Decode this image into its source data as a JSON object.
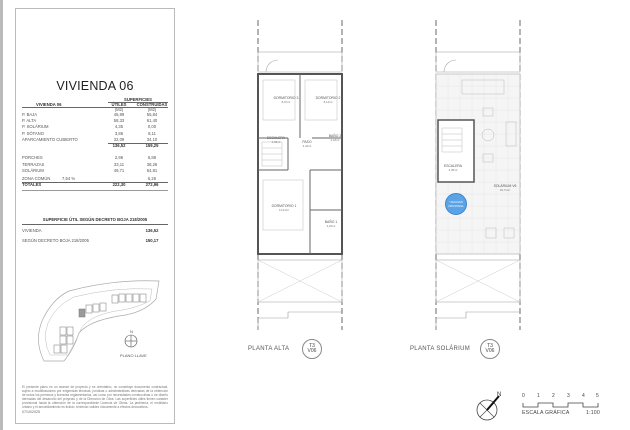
{
  "sheet": {
    "title": "VIVIENDA 06",
    "table": {
      "group_header": "SUPERFICIES",
      "row_header": "VIVIENDA 06",
      "columns": [
        {
          "label": "ÚTILES",
          "unit": "(M2)"
        },
        {
          "label": "CONSTRUIDAS",
          "unit": "(M2)"
        }
      ],
      "rows": [
        {
          "label": "P. BAJA",
          "utiles": "45,89",
          "construidas": "55,84"
        },
        {
          "label": "P. ALTA",
          "utiles": "58,33",
          "construidas": "61,40"
        },
        {
          "label": "P. SOLÁRIUM",
          "utiles": "4,35",
          "construidas": "0,00"
        },
        {
          "label": "P. SÓTANO",
          "utiles": "3,86",
          "construidas": "8,11"
        },
        {
          "label": "APARCAMIENTO CUBIERTO",
          "utiles": "32,09",
          "construidas": "34,10"
        }
      ],
      "subtotal": {
        "utiles": "136,52",
        "construidas": "159,25"
      },
      "extra_rows": [
        {
          "label": "PORCHES",
          "utiles": "2,96",
          "construidas": "5,88"
        },
        {
          "label": "TERRAZAS",
          "utiles": "33,11",
          "construidas": "38,26"
        },
        {
          "label": "SOLÁRIUM",
          "utiles": "49,71",
          "construidas": "64,81"
        }
      ],
      "zona_comun": {
        "label": "ZONA COMÚN",
        "percent": "7,54 %",
        "construidas": "5,26"
      },
      "totales": {
        "label": "TOTALES",
        "utiles": "222,30",
        "construidas": "272,96"
      }
    },
    "decree": {
      "header": "SUPERFICIE ÚTIL SEGÚN DECRETO BOJA 218/2005",
      "rows": [
        {
          "label": "VIVIENDA",
          "value": "136,52"
        },
        {
          "label": "SEGÚN DECRETO BOJA 218/2005",
          "value": "150,17"
        }
      ]
    },
    "key_plan": {
      "label": "PLANO LLAVE",
      "north": "N"
    },
    "disclaimer": "El presente plano es un avance de proyecto y es orientativo, no constituye documento contractual, sujeto a modificaciones por exigencias técnicas, jurídicas o administrativas derivadas de la obtención de todos los permisos y licencias reglamentarios, así como por necesidades constructivas o de diseño derivadas del desarrollo del proyecto y de la Dirección de Obra. Las superficies útiles tienen carácter provisional hasta la obtención de la correspondiente Licencia de Obras. La jardinería, el mobiliario urbano y el amueblamiento es ficticio, teniendo validez únicamente a efectos decorativos.",
    "date": "07/10/2025"
  },
  "plans": [
    {
      "label": "PLANTA ALTA",
      "badge": {
        "type": "T3",
        "unit": "V06"
      },
      "rooms": [
        {
          "name": "DORMITORIO 3",
          "area": "8,97m²"
        },
        {
          "name": "DORMITORIO 2",
          "area": "8,14m²"
        },
        {
          "name": "ESCALERA",
          "area": "4,33m²"
        },
        {
          "name": "PASO",
          "area": "3,44m²"
        },
        {
          "name": "BAÑO 2",
          "area": "2,18m²"
        },
        {
          "name": "DORMITORIO 1",
          "area": "11,61m²"
        },
        {
          "name": "BAÑO 1",
          "area": "4,23m²"
        }
      ]
    },
    {
      "label": "PLANTA SOLÁRIUM",
      "badge": {
        "type": "T3",
        "unit": "V06"
      },
      "rooms": [
        {
          "name": "ESCALERA",
          "area": "4,35m²"
        },
        {
          "name": "SOLÁRIUM V6",
          "area": "49,71m²"
        }
      ],
      "jacuzzi": "*JACUZZI OPCIONAL"
    }
  ],
  "scale": {
    "ticks": [
      "0",
      "1",
      "2",
      "3",
      "4",
      "5"
    ],
    "label": "ESCALA GRÁFICA",
    "ratio": "1:100",
    "north": "N"
  },
  "colors": {
    "jacuzzi": "#5aa3e6",
    "key_plan_highlight": "#9a9a9a"
  }
}
